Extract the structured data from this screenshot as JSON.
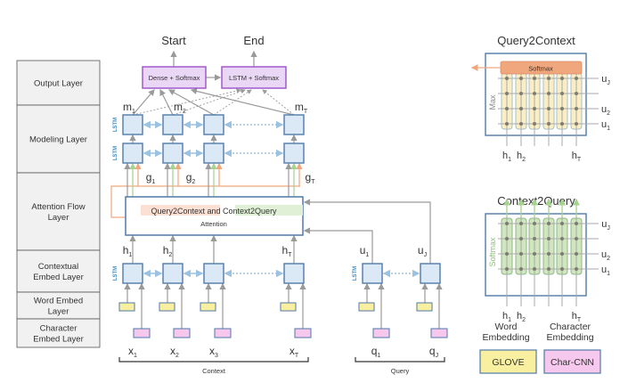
{
  "layers_panel": {
    "layers": [
      {
        "label_lines": [
          "Output Layer"
        ]
      },
      {
        "label_lines": [
          "Modeling Layer"
        ]
      },
      {
        "label_lines": [
          "Attention Flow",
          "Layer"
        ]
      },
      {
        "label_lines": [
          "Contextual",
          "Embed Layer"
        ]
      },
      {
        "label_lines": [
          "Word Embed",
          "Layer"
        ]
      },
      {
        "label_lines": [
          "Character",
          "Embed Layer"
        ]
      }
    ]
  },
  "output": {
    "start_label": "Start",
    "end_label": "End",
    "dense_softmax_label": "Dense + Softmax",
    "lstm_softmax_label": "LSTM + Softmax"
  },
  "modeling": {
    "lstm_label": "LSTM",
    "outputs": [
      {
        "base": "m",
        "sub": "1"
      },
      {
        "base": "m",
        "sub": "2"
      },
      {
        "base": "m",
        "sub": "T"
      }
    ]
  },
  "attention": {
    "q2c_label": "Query2Context",
    "and_label": "and",
    "c2q_label": "Context2Query",
    "attention_label": "Attention",
    "outputs": [
      {
        "base": "g",
        "sub": "1"
      },
      {
        "base": "g",
        "sub": "2"
      },
      {
        "base": "g",
        "sub": "T"
      }
    ]
  },
  "contextual": {
    "lstm_label": "LSTM",
    "context_hidden": [
      {
        "base": "h",
        "sub": "1"
      },
      {
        "base": "h",
        "sub": "2"
      },
      {
        "base": "h",
        "sub": "T"
      }
    ],
    "query_hidden": [
      {
        "base": "u",
        "sub": "1"
      },
      {
        "base": "u",
        "sub": "J"
      }
    ]
  },
  "inputs": {
    "context_tokens": [
      {
        "base": "x",
        "sub": "1"
      },
      {
        "base": "x",
        "sub": "2"
      },
      {
        "base": "x",
        "sub": "3"
      },
      {
        "base": "x",
        "sub": "T"
      }
    ],
    "query_tokens": [
      {
        "base": "q",
        "sub": "1"
      },
      {
        "base": "q",
        "sub": "J"
      }
    ],
    "context_label": "Context",
    "query_label": "Query"
  },
  "q2c_panel": {
    "title": "Query2Context",
    "softmax_label": "Softmax",
    "max_label": "Max",
    "row_labels": [
      {
        "base": "u",
        "sub": "J"
      },
      {
        "base": "u",
        "sub": "2"
      },
      {
        "base": "u",
        "sub": "1"
      }
    ],
    "col_labels": [
      {
        "base": "h",
        "sub": "1"
      },
      {
        "base": "h",
        "sub": "2"
      },
      {
        "base": "h",
        "sub": "T"
      }
    ]
  },
  "c2q_panel": {
    "title": "Context2Query",
    "softmax_label": "Softmax",
    "row_labels": [
      {
        "base": "u",
        "sub": "J"
      },
      {
        "base": "u",
        "sub": "2"
      },
      {
        "base": "u",
        "sub": "1"
      }
    ],
    "col_labels": [
      {
        "base": "h",
        "sub": "1"
      },
      {
        "base": "h",
        "sub": "2"
      },
      {
        "base": "h",
        "sub": "T"
      }
    ]
  },
  "legend": {
    "word_embedding_lines": [
      "Word",
      "Embedding"
    ],
    "char_embedding_lines": [
      "Character",
      "Embedding"
    ],
    "glove_label": "GLOVE",
    "charcnn_label": "Char-CNN"
  },
  "colors": {
    "lstm_cell_fill": "#dbe8f5",
    "lstm_cell_stroke": "#4f7aa8",
    "purple_fill": "#ead7f5",
    "purple_stroke": "#9b4fc9",
    "glove_fill": "#f8f0a0",
    "charcnn_fill": "#f6c8ee",
    "q2c_orange": "#f0a77e",
    "c2q_green": "#a5d390",
    "arrow_gray": "#9a9a9a",
    "bilstm_blue": "#9cc2e2",
    "layer_panel_fill": "#f1f1f1"
  }
}
